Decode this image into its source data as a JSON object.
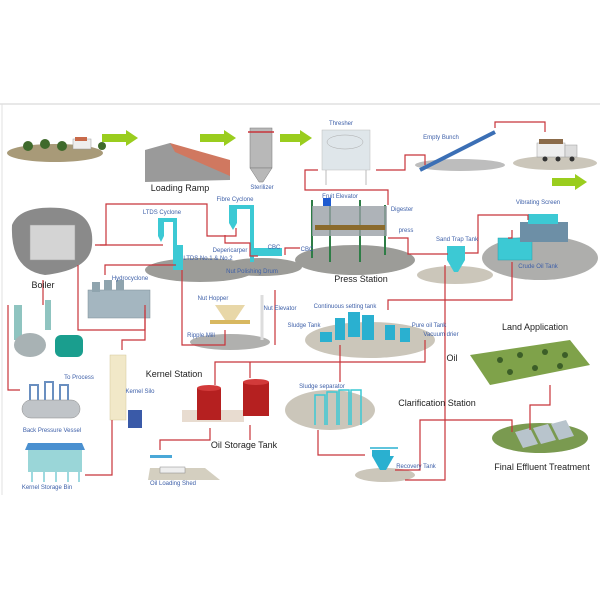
{
  "colors": {
    "flow_line": "#c8343a",
    "arrow": "#9acd1e",
    "equipment": "#3cc9d4",
    "ground": "#c9c4b8",
    "tank": "#b52020"
  },
  "labels": {
    "loading_ramp": "Loading Ramp",
    "sterilizer": "Sterilizer",
    "thresher": "Thresher",
    "empty_bunch": "Empty Bunch",
    "fibre_cyclone": "Fibre Cyclone",
    "ltds_cyclone": "LTDS Cyclone",
    "depericarper": "Depericarper",
    "cbc_1": "CBC",
    "cbc_2": "CBC",
    "ltds_no": "LTDS No.1 & No.2",
    "nut_polishing_drum": "Nut Polishing Drum",
    "fruit_elevator": "Fruit Elevator",
    "digester": "Digester",
    "press": "press",
    "press_station": "Press Station",
    "sand_trap_tank": "Sand Trap Tank",
    "vibrating_screen": "Vibrating Screen",
    "crude_oil_tank": "Crude Oil Tank",
    "boiler": "Boiler",
    "hydrocyclone": "Hydrocyclone",
    "nut_hopper": "Nut Hopper",
    "nut_elevator": "Nut Elevator",
    "ripple_mill": "Ripple Mill",
    "continuous_setting_tank": "Continuous setting tank",
    "sludge_tank": "Sludge Tank",
    "pure_oil_tank": "Pure oil Tank",
    "vacuum_drier": "Vacuum drier",
    "land_application": "Land Application",
    "oil": "Oil",
    "kernel_station": "Kernel Station",
    "to_process": "To Process",
    "kernel_silo": "Kernel Silo",
    "sludge_separator": "Sludge separator",
    "clarification_station": "Clarification Station",
    "oil_storage_tank": "Oil Storage Tank",
    "back_pressure_vessel": "Back Pressure Vessel",
    "recovery_tank": "Recovery Tank",
    "final_effluent_treatment": "Final Effluent Treatment",
    "kernel_storage_bin": "Kernel Storage Bin",
    "oil_loading_shed": "Oil Loading Shed"
  }
}
